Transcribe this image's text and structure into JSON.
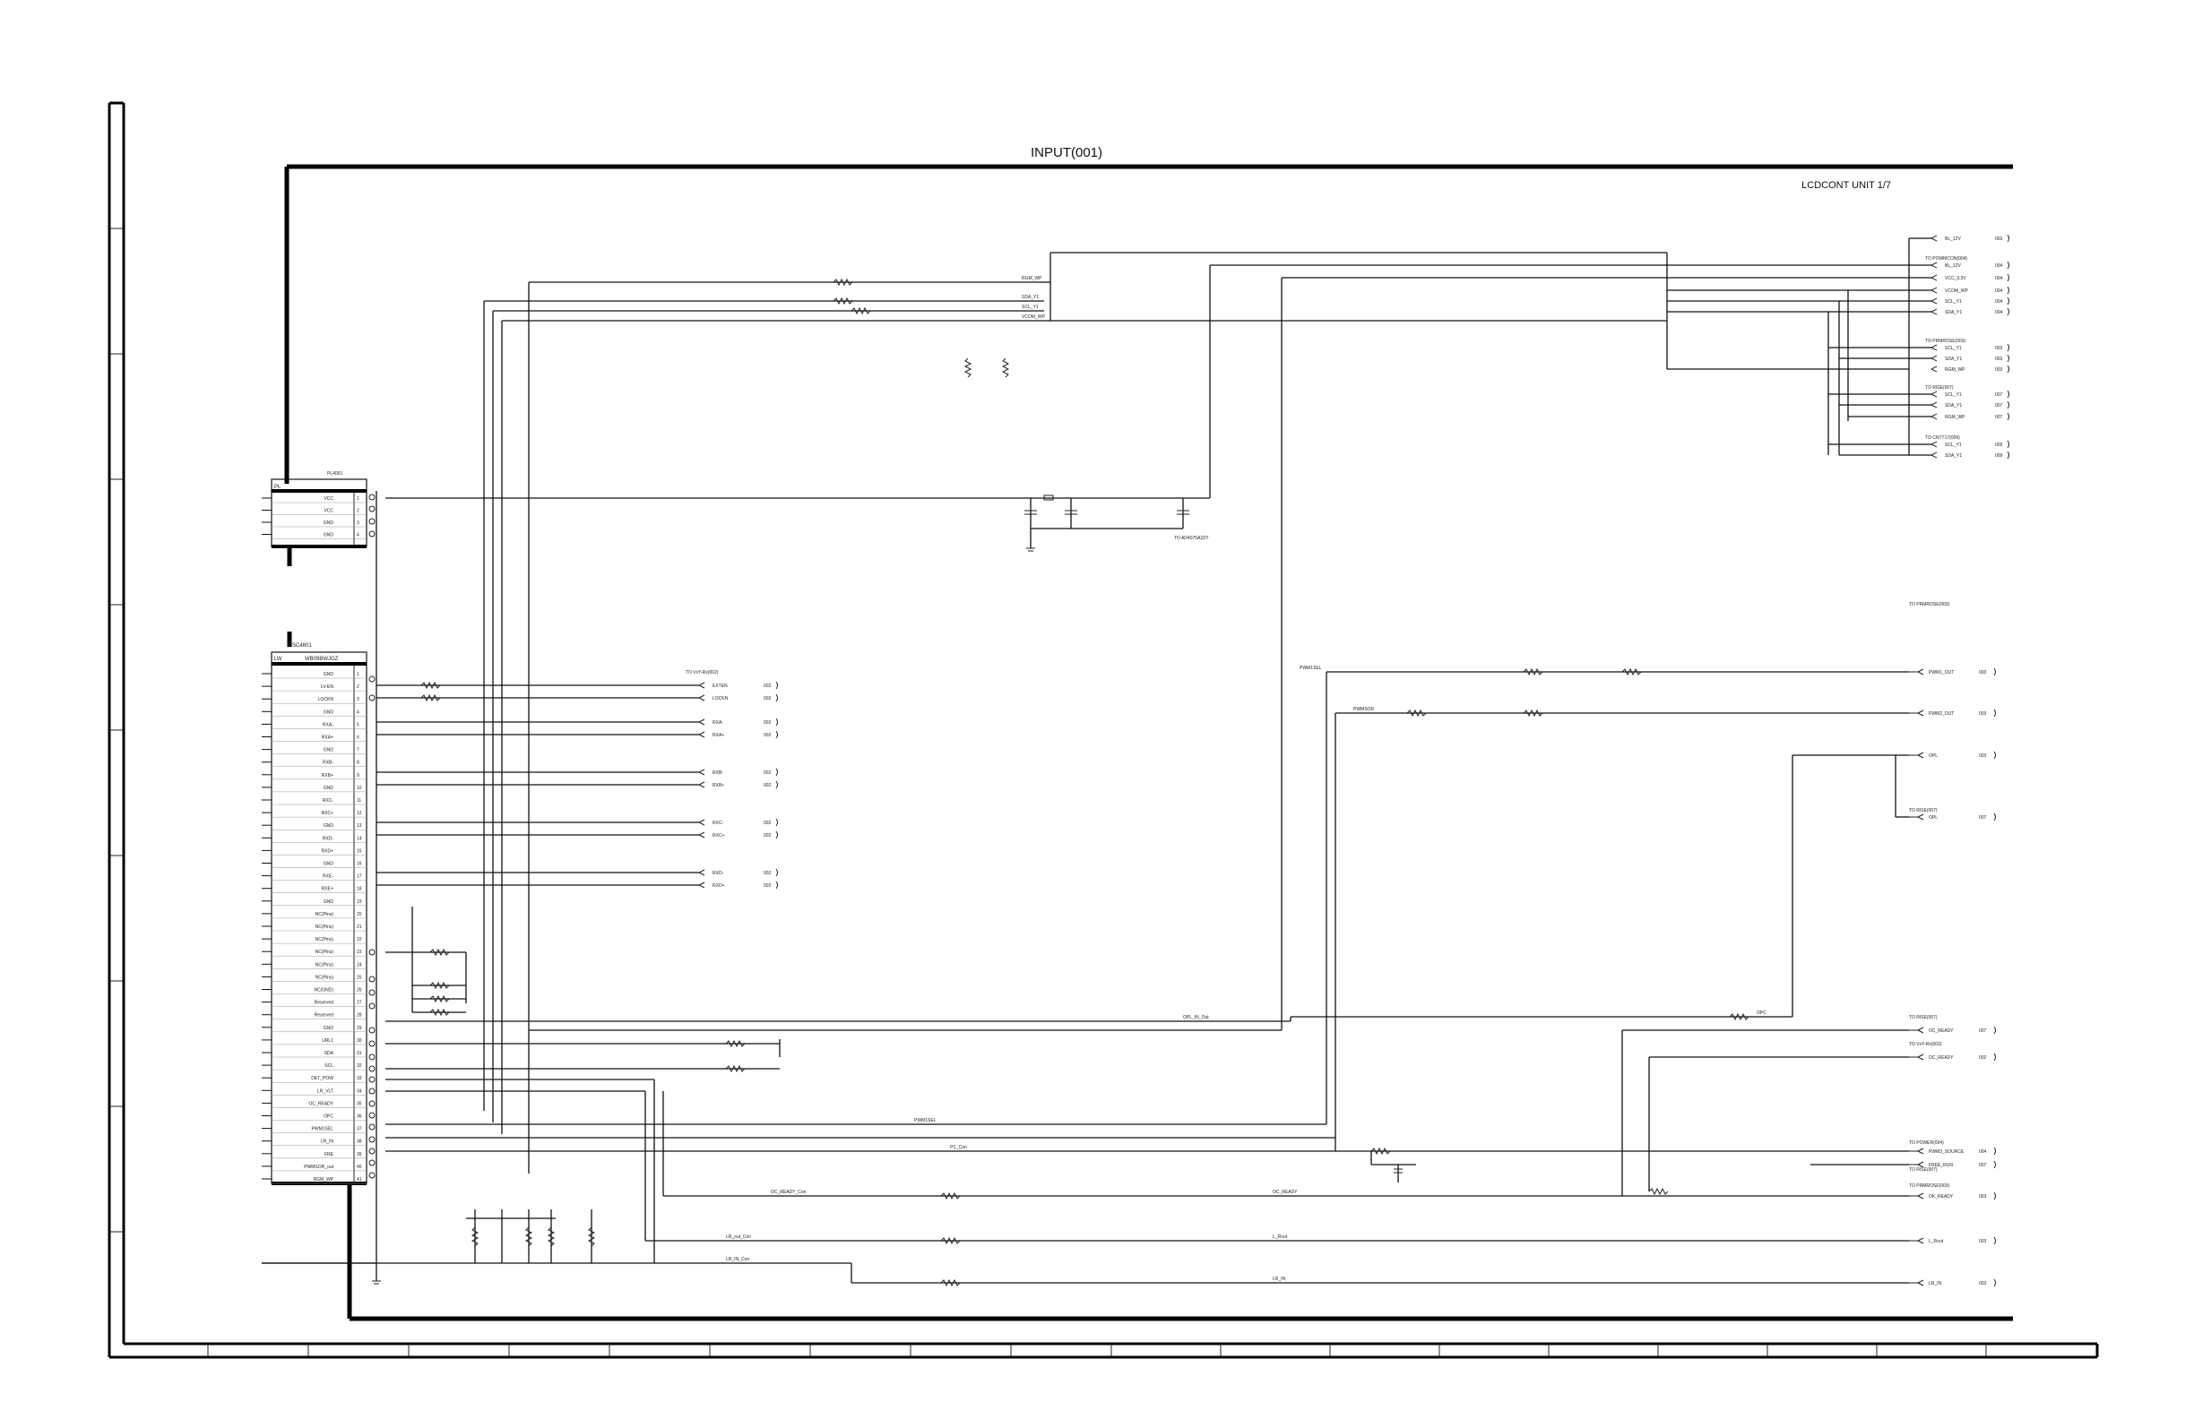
{
  "sheet": {
    "title": "INPUT(001)",
    "unit": "LCDCONT UNIT 1/7"
  },
  "connectors": {
    "pl": {
      "ref": "PL",
      "part": "PL4001",
      "pins": [
        {
          "num": "1",
          "name": "VCC"
        },
        {
          "num": "2",
          "name": "VCC"
        },
        {
          "num": "3",
          "name": "GND"
        },
        {
          "num": "4",
          "name": "GND"
        }
      ]
    },
    "lw": {
      "ref": "LW",
      "part": "WB09BWJGZ",
      "label": "SC4801",
      "pins": [
        {
          "num": "1",
          "name": "GND"
        },
        {
          "num": "2",
          "name": "LV-EN"
        },
        {
          "num": "3",
          "name": "LOCKN"
        },
        {
          "num": "4",
          "name": "GND"
        },
        {
          "num": "5",
          "name": "RXA-"
        },
        {
          "num": "6",
          "name": "RXA+"
        },
        {
          "num": "7",
          "name": "GND"
        },
        {
          "num": "8",
          "name": "RXB-"
        },
        {
          "num": "9",
          "name": "RXB+"
        },
        {
          "num": "10",
          "name": "GND"
        },
        {
          "num": "11",
          "name": "RXC-"
        },
        {
          "num": "12",
          "name": "RXC+"
        },
        {
          "num": "13",
          "name": "GND"
        },
        {
          "num": "14",
          "name": "RXD-"
        },
        {
          "num": "15",
          "name": "RXD+"
        },
        {
          "num": "16",
          "name": "GND"
        },
        {
          "num": "17",
          "name": "RXE-"
        },
        {
          "num": "18",
          "name": "RXE+"
        },
        {
          "num": "19",
          "name": "GND"
        },
        {
          "num": "20",
          "name": "NC(Pins)"
        },
        {
          "num": "21",
          "name": "NC(Pins)"
        },
        {
          "num": "22",
          "name": "NC(Pins)"
        },
        {
          "num": "23",
          "name": "NC(Pins)"
        },
        {
          "num": "24",
          "name": "NC(Pins)"
        },
        {
          "num": "25",
          "name": "NC(Pins)"
        },
        {
          "num": "26",
          "name": "NC(GND)"
        },
        {
          "num": "27",
          "name": "Reserved"
        },
        {
          "num": "28",
          "name": "Reserved"
        },
        {
          "num": "29",
          "name": "GND"
        },
        {
          "num": "30",
          "name": "URL1"
        },
        {
          "num": "31",
          "name": "SDA"
        },
        {
          "num": "32",
          "name": "SCL"
        },
        {
          "num": "33",
          "name": "DET_POW"
        },
        {
          "num": "34",
          "name": "LR_VLT"
        },
        {
          "num": "35",
          "name": "OC_READY"
        },
        {
          "num": "36",
          "name": "OPC"
        },
        {
          "num": "37",
          "name": "PWM1SEL"
        },
        {
          "num": "38",
          "name": "LR_IN"
        },
        {
          "num": "39",
          "name": "FRE"
        },
        {
          "num": "40",
          "name": "PWMSOR_out"
        },
        {
          "num": "41",
          "name": "RGM_WP"
        }
      ]
    }
  },
  "destinations": {
    "vin_rx": "TO VxY-Rx(002)",
    "powmcon": "TO POWMCON(004)",
    "pwmrose": "TO PRMROSE(003)",
    "rise_a": "TO RISE(007)",
    "cntt": "TO CNTT17(009)",
    "pwmrose2": "TO PRMROSE(003)",
    "rise_b": "TO RISE(007)",
    "rise_c": "TO RISE(007)",
    "vin_rx2": "TO VxY-Rx(002)",
    "power": "TO POWER(004)",
    "rise_d": "TO RISE(007)",
    "pwmrose3": "TO PRMROSE(003)",
    "power_note": "TO AD4075A2ZY"
  },
  "left_nets": [
    {
      "name": "EXTEN",
      "page": "002"
    },
    {
      "name": "LOCKN",
      "page": "002"
    },
    {
      "name": "RXA-",
      "page": "002"
    },
    {
      "name": "RXA+",
      "page": "002"
    },
    {
      "name": "RXB-",
      "page": "002"
    },
    {
      "name": "RXB+",
      "page": "002"
    },
    {
      "name": "RXC-",
      "page": "002"
    },
    {
      "name": "RXC+",
      "page": "002"
    },
    {
      "name": "RXD-",
      "page": "002"
    },
    {
      "name": "RXD+",
      "page": "002"
    }
  ],
  "right_nets_top": [
    {
      "name": "BL_12V",
      "page": "003"
    },
    {
      "name": "BL_12V",
      "page": "004"
    },
    {
      "name": "VCC_3.3V",
      "page": "004"
    },
    {
      "name": "VCOM_WP",
      "page": "004"
    },
    {
      "name": "SCL_Y1",
      "page": "004"
    },
    {
      "name": "SDA_Y1",
      "page": "004"
    },
    {
      "name": "SCL_Y1",
      "page": "003"
    },
    {
      "name": "SDA_Y1",
      "page": "003"
    },
    {
      "name": "RGM_WP",
      "page": "003"
    },
    {
      "name": "SCL_Y1",
      "page": "007"
    },
    {
      "name": "SDA_Y1",
      "page": "007"
    },
    {
      "name": "RGM_WP",
      "page": "007"
    },
    {
      "name": "SCL_Y1",
      "page": "009"
    },
    {
      "name": "SDA_Y1",
      "page": "009"
    }
  ],
  "right_nets_mid": [
    {
      "name": "PWM1_OUT",
      "page": "003"
    },
    {
      "name": "PWM2_OUT",
      "page": "003"
    },
    {
      "name": "OPL",
      "page": "003"
    },
    {
      "name": "OPL",
      "page": "007"
    },
    {
      "name": "OC_READY",
      "page": "007"
    },
    {
      "name": "OC_READY",
      "page": "002"
    },
    {
      "name": "PWM3_SOURCE",
      "page": "004"
    },
    {
      "name": "FREE_RUN",
      "page": "007"
    },
    {
      "name": "OK_READY",
      "page": "003"
    },
    {
      "name": "L_Rout",
      "page": "003"
    },
    {
      "name": "LR_IN",
      "page": "003"
    }
  ],
  "wire_labels": {
    "rgm_wp": "RGM_WP",
    "sda_y1": "SDA_Y1",
    "scl_y1": "SCL_Y1",
    "vcom_wp": "VCOM_WP",
    "pwm1sel": "PWM1SEL",
    "pwmsor": "PWMSOR",
    "opl_out": "OPL_IN_Out",
    "opc": "OPC",
    "pwm_sel": "PWM1SEL",
    "pc_con": "PC_Con",
    "oc_ready_con": "OC_READY_Con",
    "oc_ready": "OC_READY",
    "lr_out_con": "LR_out_Con",
    "lr_in_con": "LR_IN_Con",
    "l_rout": "L_Rout",
    "lr_in": "LR_IN"
  }
}
